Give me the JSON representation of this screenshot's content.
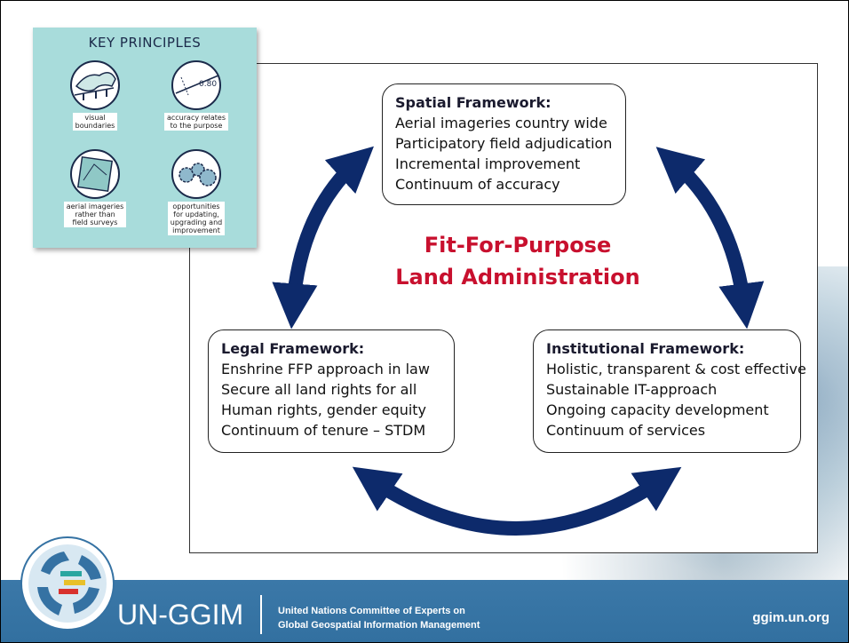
{
  "key_principles": {
    "title": "KEY PRINCIPLES",
    "items": [
      {
        "label_lines": [
          "visual",
          "boundaries"
        ],
        "icon": "visual-boundaries-icon"
      },
      {
        "label_lines": [
          "accuracy relates",
          "to the purpose"
        ],
        "icon": "accuracy-icon",
        "icon_text": "0.80"
      },
      {
        "label_lines": [
          "aerial imageries",
          "rather than",
          "field surveys"
        ],
        "icon": "aerial-imagery-icon"
      },
      {
        "label_lines": [
          "opportunities",
          "for updating,",
          "upgrading and",
          "improvement"
        ],
        "icon": "gears-icon"
      }
    ]
  },
  "diagram": {
    "title_lines": [
      "Fit-For-Purpose",
      "Land Administration"
    ],
    "spatial": {
      "title": "Spatial Framework:",
      "lines": [
        "Aerial imageries country wide",
        "Participatory field adjudication",
        "Incremental improvement",
        "Continuum of accuracy"
      ]
    },
    "legal": {
      "title": "Legal Framework:",
      "lines": [
        "Enshrine FFP approach in law",
        "Secure all land rights for all",
        "Human rights, gender equity",
        "Continuum of tenure – STDM"
      ]
    },
    "institutional": {
      "title": "Institutional Framework:",
      "lines": [
        "Holistic, transparent & cost effective",
        "Sustainable IT-approach",
        "Ongoing capacity development",
        "Continuum of services"
      ]
    },
    "colors": {
      "arrow": "#0d2a6b",
      "title": "#c8102e"
    }
  },
  "footer": {
    "name": "UN-GGIM",
    "org_lines": [
      "United Nations Committee of Experts on",
      "Global Geospatial Information Management"
    ],
    "url": "ggim.un.org",
    "color": "#3572a3"
  }
}
